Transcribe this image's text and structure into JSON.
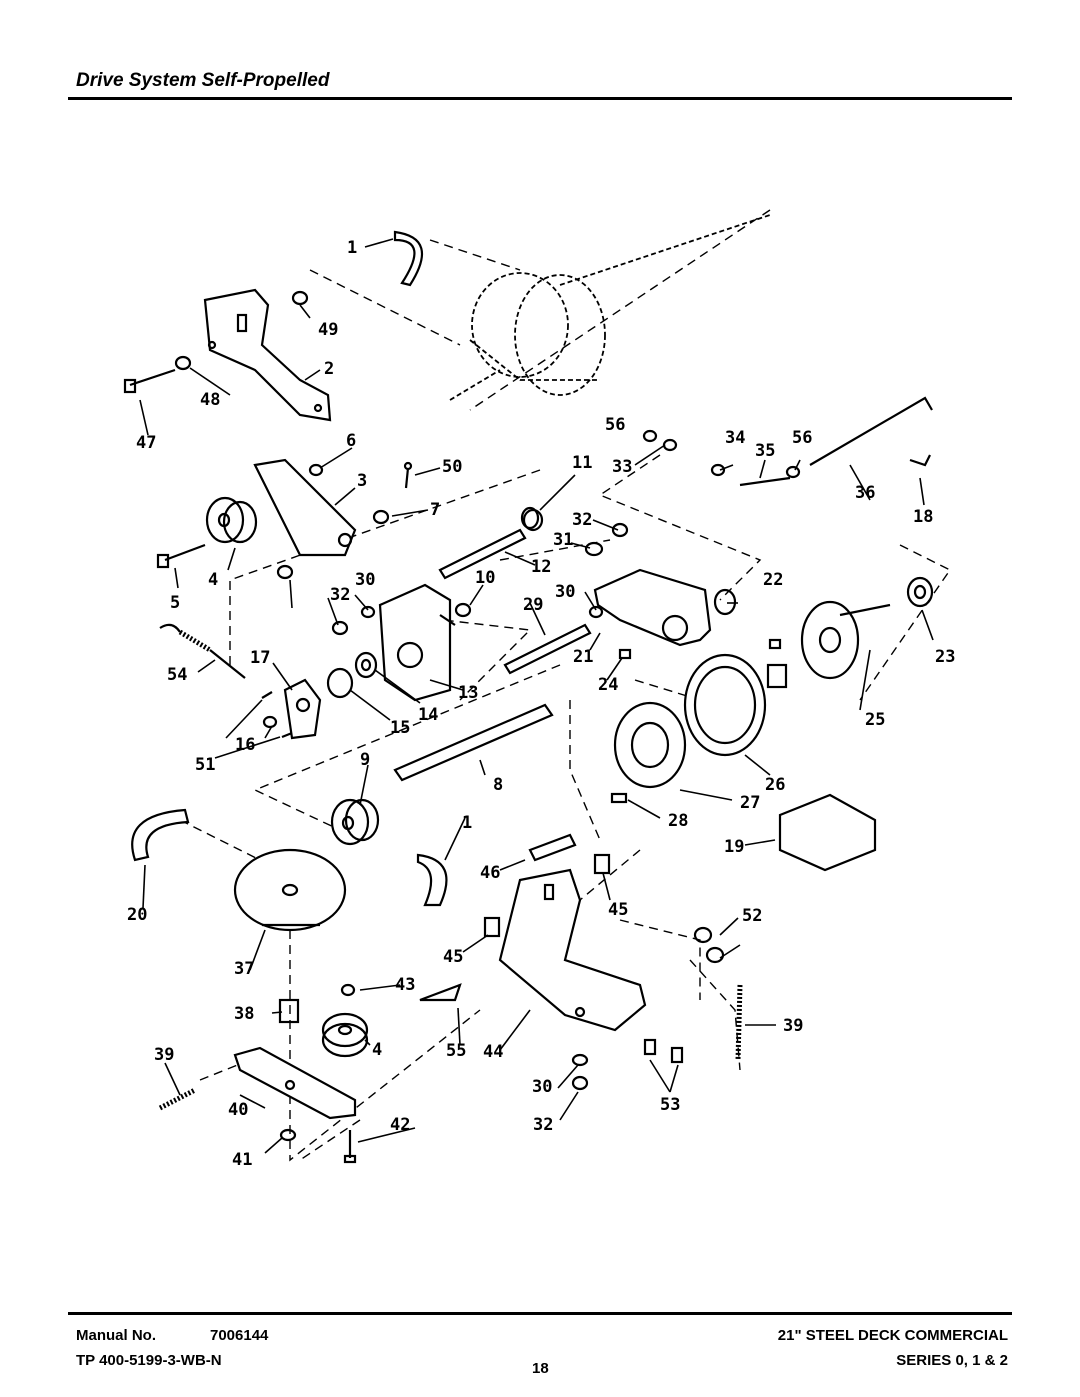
{
  "header": {
    "title": "Drive System Self-Propelled"
  },
  "footer": {
    "manual_label": "Manual No.",
    "manual_number": "7006144",
    "tp_code": "TP 400-5199-3-WB-N",
    "page_number": "18",
    "product": "21\" STEEL DECK COMMERCIAL",
    "series": "SERIES 0, 1 & 2"
  },
  "callouts": [
    "1",
    "49",
    "2",
    "48",
    "47",
    "6",
    "50",
    "3",
    "7",
    "4",
    "5",
    "11",
    "12",
    "34",
    "35",
    "56",
    "33",
    "32",
    "31",
    "36",
    "18",
    "30",
    "29",
    "10",
    "13",
    "14",
    "15",
    "17",
    "16",
    "51",
    "54",
    "22",
    "23",
    "21",
    "24",
    "25",
    "26",
    "27",
    "28",
    "9",
    "8",
    "19",
    "20",
    "46",
    "45",
    "52",
    "37",
    "43",
    "38",
    "55",
    "39",
    "44",
    "40",
    "42",
    "41",
    "53"
  ]
}
